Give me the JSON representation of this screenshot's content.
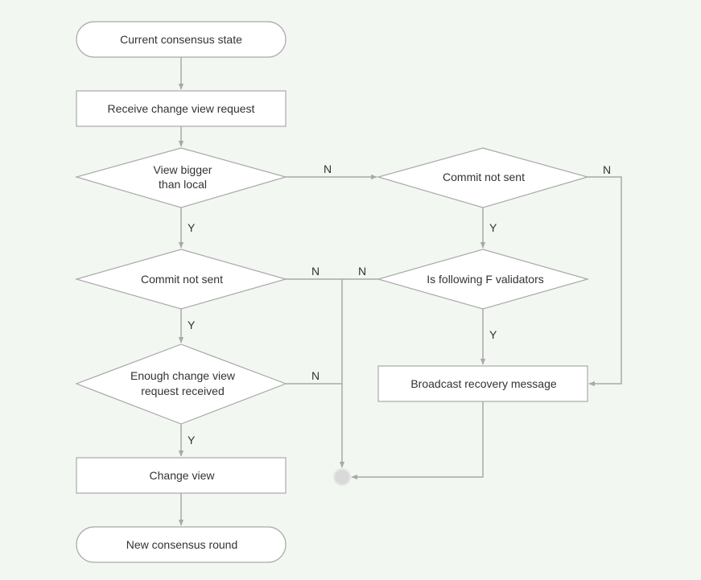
{
  "diagram": {
    "nodes": {
      "start": "Current consensus state",
      "receive": "Receive change view request",
      "view_bigger": [
        "View bigger",
        "than local"
      ],
      "commit_left": "Commit not sent",
      "enough": [
        "Enough change view",
        "request received"
      ],
      "change_view": "Change view",
      "new_round": "New consensus round",
      "commit_right": "Commit not sent",
      "following": "Is following F validators",
      "broadcast": "Broadcast recovery message"
    },
    "edge_labels": {
      "yes": "Y",
      "no": "N"
    },
    "colors": {
      "background": "#f2f7f1",
      "node_fill": "#ffffff",
      "stroke": "#a9a9a9",
      "terminal_dot": "#d9d9d9"
    }
  }
}
